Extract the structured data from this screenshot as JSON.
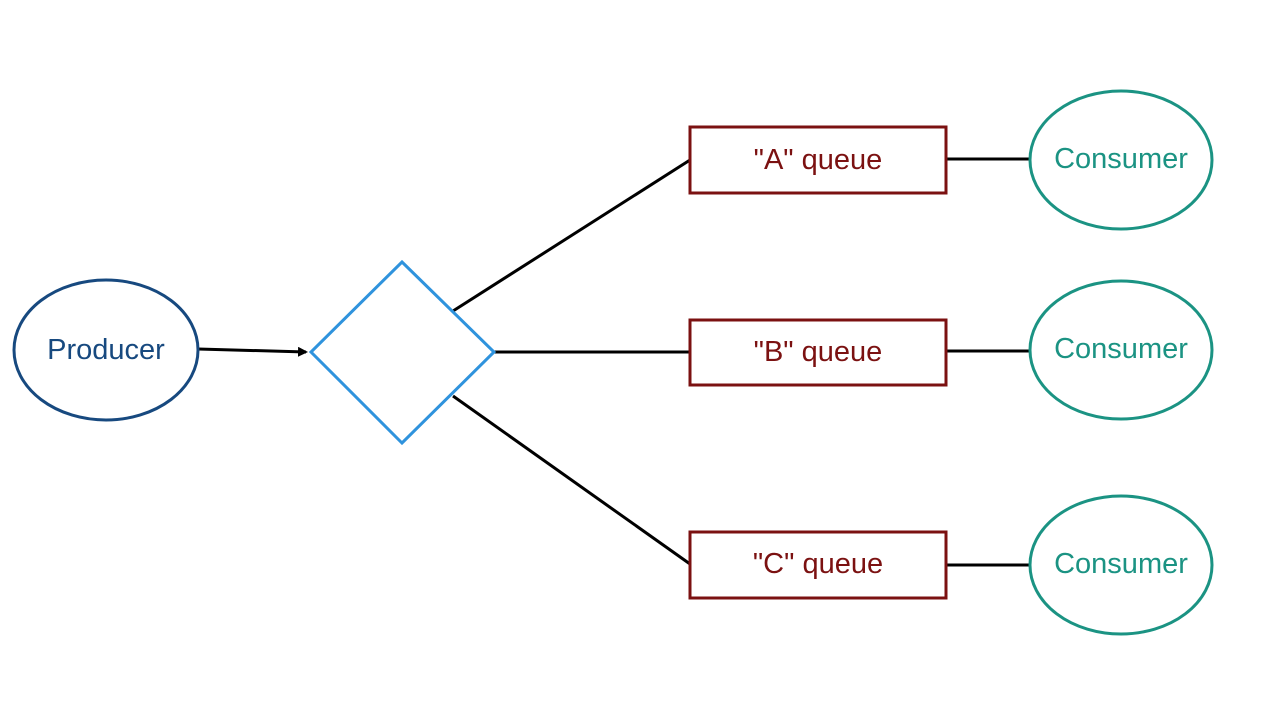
{
  "producer": {
    "label": "Producer",
    "color": "#17497f"
  },
  "exchange": {
    "color": "#2f93dd"
  },
  "queues": [
    {
      "label": "\"A\" queue",
      "color": "#7b1111"
    },
    {
      "label": "\"B\" queue",
      "color": "#7b1111"
    },
    {
      "label": "\"C\" queue",
      "color": "#7b1111"
    }
  ],
  "consumers": [
    {
      "label": "Consumer",
      "color": "#1b9383"
    },
    {
      "label": "Consumer",
      "color": "#1b9383"
    },
    {
      "label": "Consumer",
      "color": "#1b9383"
    }
  ],
  "connector_color": "#000000"
}
